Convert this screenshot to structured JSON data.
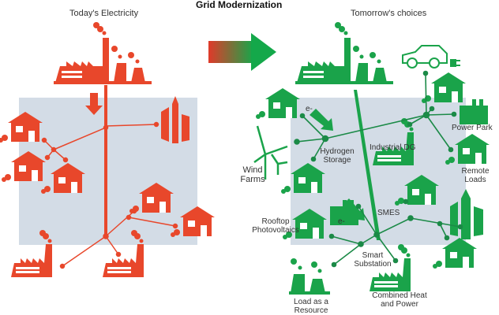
{
  "title": "Grid Modernization",
  "left_panel": {
    "heading": "Today's Electricity",
    "color": "#e8472b"
  },
  "right_panel": {
    "heading": "Tomorrow's choices",
    "color": "#1aa34a",
    "labels": {
      "hydrogen": "Hydrogen\nStorage",
      "industrial_dg": "Industrial DG",
      "power_park": "Power Park",
      "remote_loads": "Remote Loads",
      "wind_farms": "Wind\nFarms",
      "rooftop_pv": "Rooftop\nPhotovoltaics",
      "smes": "SMES",
      "smart_substation": "Smart\nSubstation",
      "load_resource": "Load as a\nResource",
      "chp": "Combined Heat\nand Power",
      "e_minus_1": "e-",
      "e_minus_2": "e-"
    }
  },
  "arrow": {
    "from_color": "#e03a2a",
    "to_color": "#14a84a"
  },
  "background_color": "#d3dce6"
}
